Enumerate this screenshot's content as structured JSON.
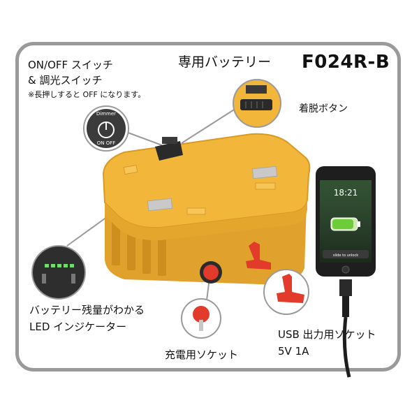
{
  "title": {
    "product": "専用バッテリー",
    "model": "F024R-B"
  },
  "labels": {
    "switch_line1": "ON/OFF スイッチ",
    "switch_line2": "& 調光スイッチ",
    "switch_note": "※長押しすると OFF になります。",
    "release_button": "着脱ボタン",
    "led_line1": "バッテリー残量がわかる",
    "led_line2": "LED インジケーター",
    "usb_line1": "USB 出力用ソケット",
    "usb_line2": "5V 1A",
    "charge_socket": "充電用ソケット"
  },
  "dimmer_badge": {
    "top": "Dimmer",
    "bottom": "ON OFF"
  },
  "phone": {
    "clock": "18:21",
    "slider_text": "slide to unlock"
  },
  "led_indicator": {
    "lit": 5
  },
  "colors": {
    "frame": "#9a9a9a",
    "battery_body": "#f2b63a",
    "socket_red": "#e23b2b",
    "button_dark": "#2a2a2a"
  },
  "icons": [
    "power-icon",
    "battery-charge-icon"
  ]
}
